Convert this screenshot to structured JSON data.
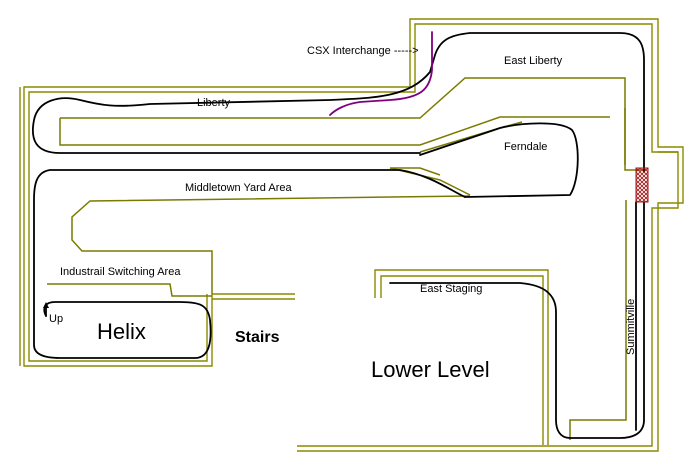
{
  "labels": {
    "csx": "CSX Interchange ----->",
    "east_liberty": "East Liberty",
    "liberty": "Liberty",
    "ferndale": "Ferndale",
    "middletown": "Middletown Yard Area",
    "industrail": "Industrail Switching Area",
    "up": "Up",
    "helix": "Helix",
    "stairs": "Stairs",
    "east_staging": "East Staging",
    "summitville": "Summitville",
    "lower_level": "Lower Level"
  },
  "colors": {
    "wall": "#8a8a00",
    "benchwork": "#7a7a00",
    "track": "#000000",
    "interchange_track": "#800080",
    "bridge_hatch": "#a01010"
  }
}
